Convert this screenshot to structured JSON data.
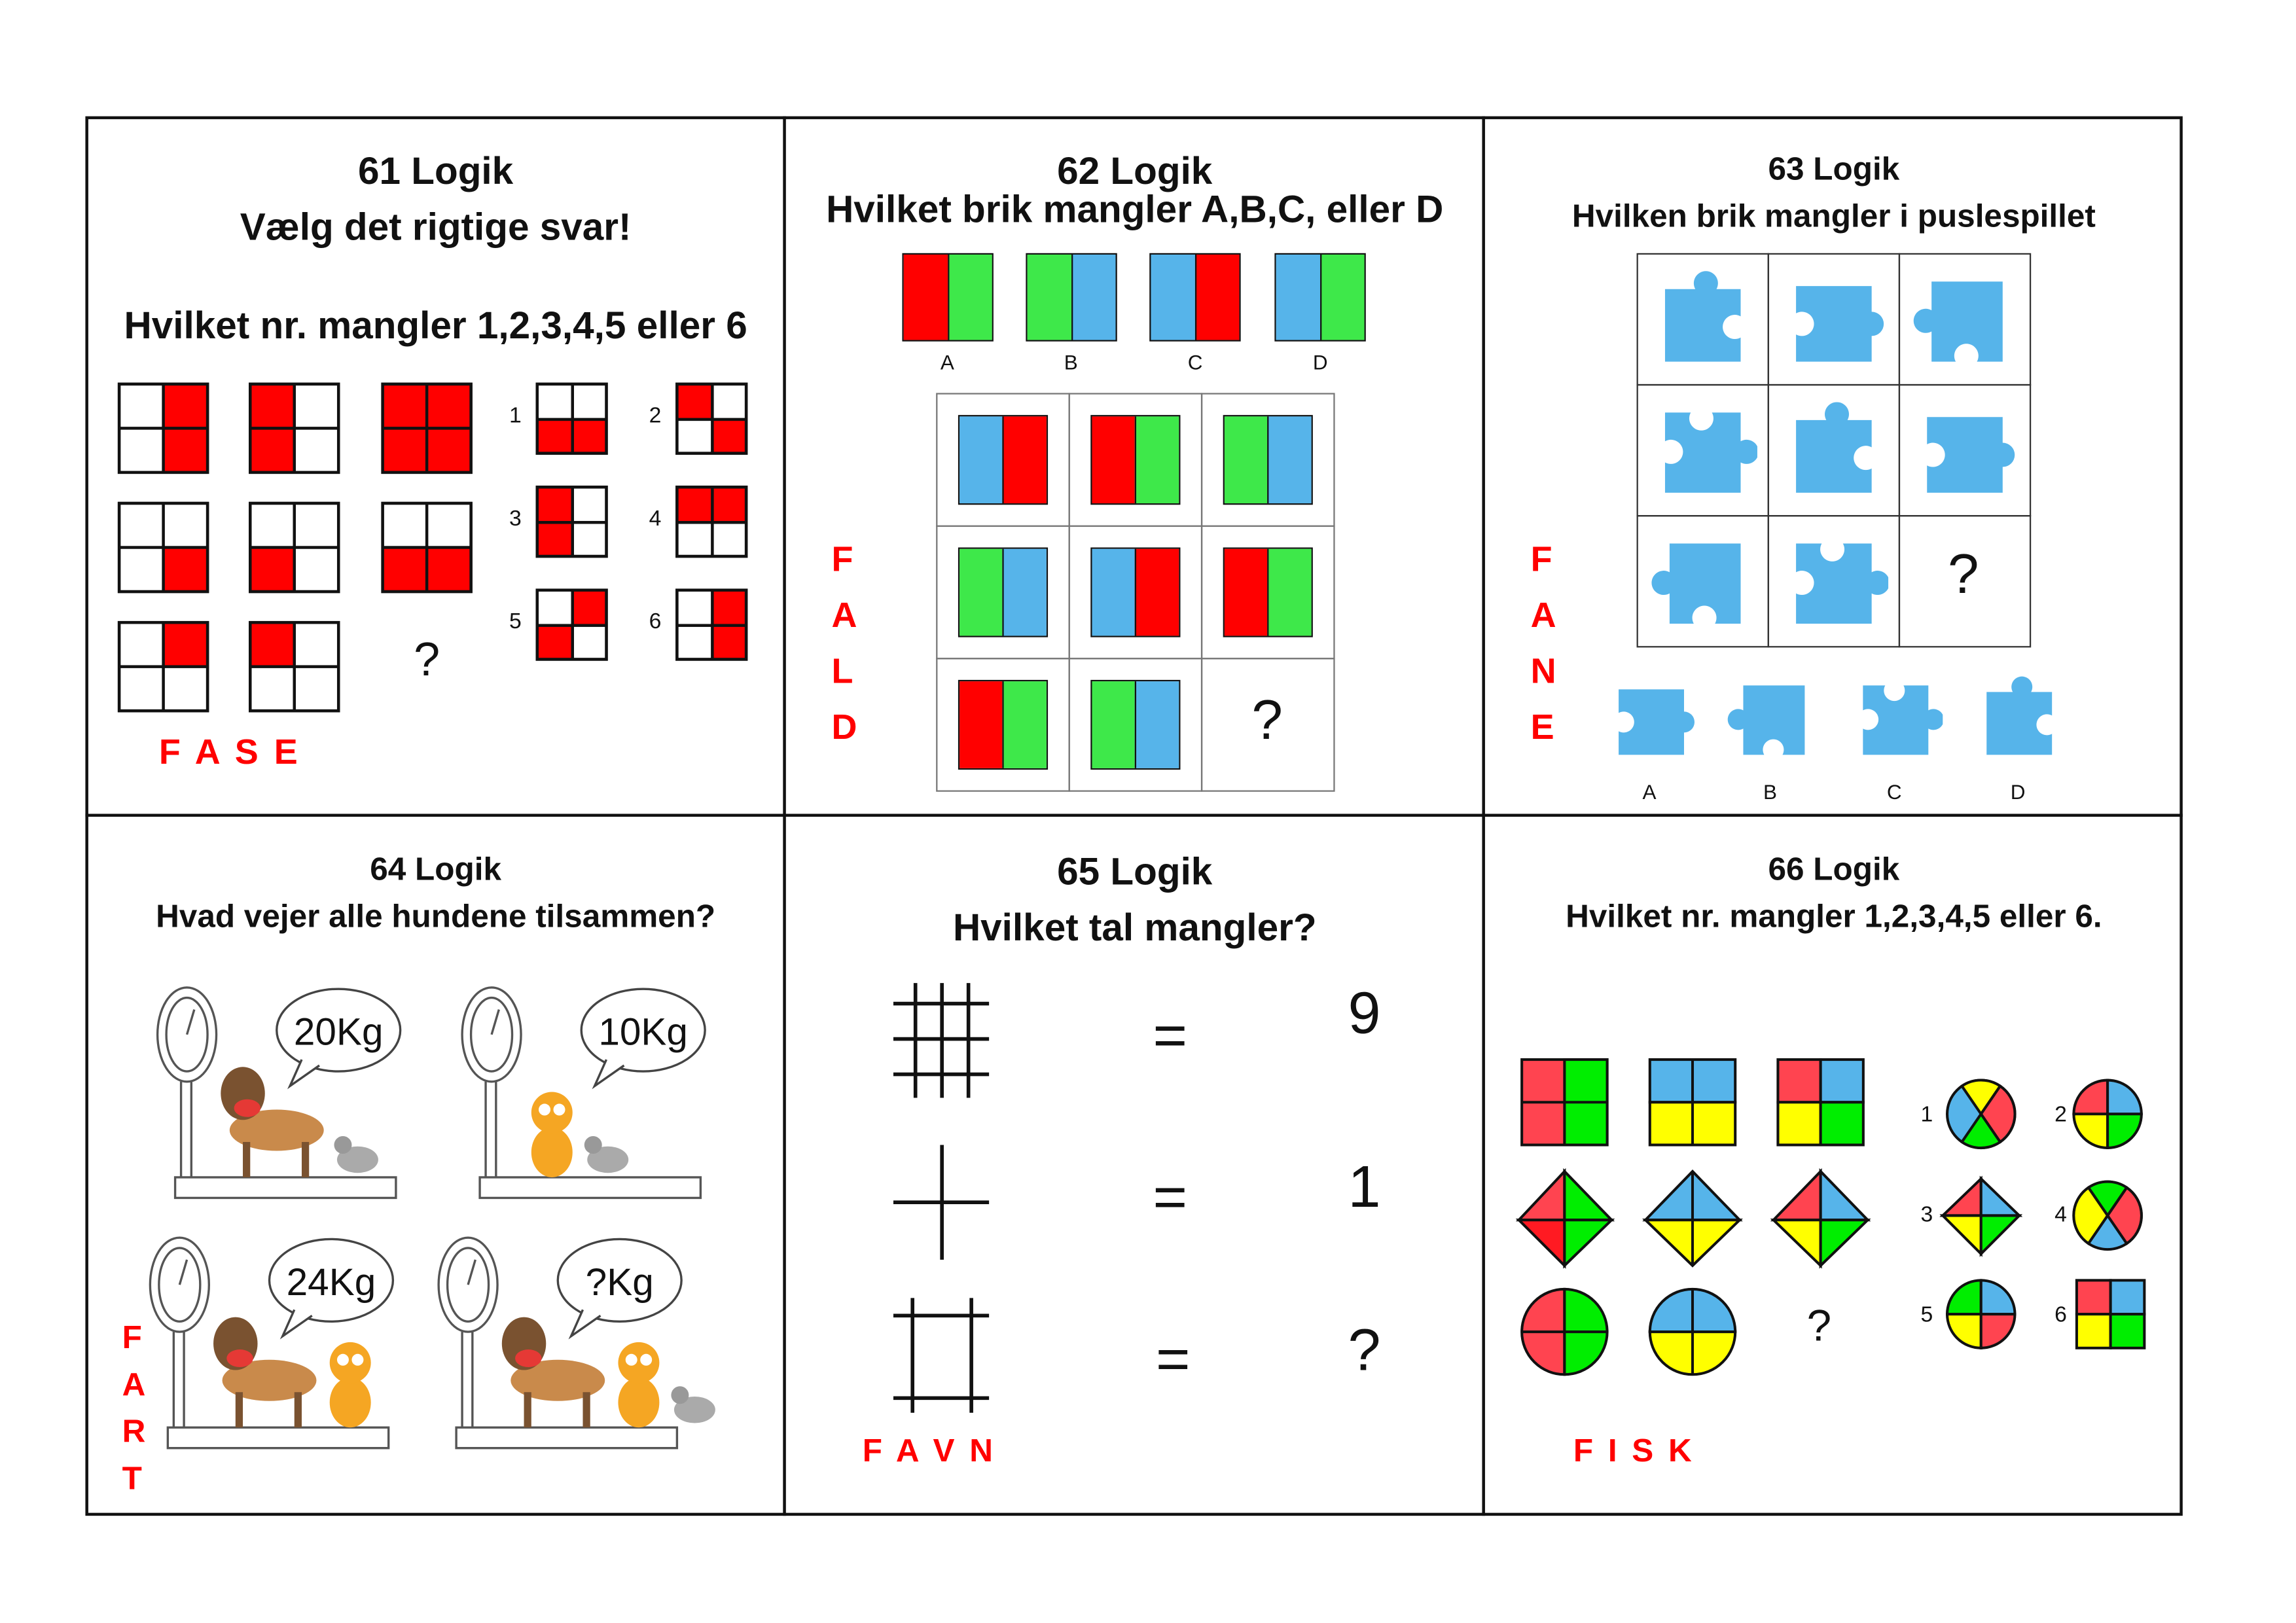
{
  "colors": {
    "red": "#ff0000",
    "green": "#3ee84a",
    "blue": "#56b4ea",
    "yellow": "#ffff00",
    "red2": "#ff4450",
    "green2": "#00ee00"
  },
  "p61": {
    "number_title": "61 Logik",
    "instruction": "Vælg det rigtige svar!",
    "question": "Hvilket nr. mangler 1,2,3,4,5 eller 6",
    "answer_word": "F A S E",
    "missing": "?",
    "grid": [
      [
        [
          0,
          1,
          0,
          1
        ],
        [
          1,
          0,
          1,
          0
        ],
        [
          1,
          1,
          1,
          1
        ]
      ],
      [
        [
          0,
          0,
          0,
          1
        ],
        [
          0,
          0,
          1,
          0
        ],
        [
          0,
          0,
          1,
          1
        ]
      ],
      [
        [
          0,
          1,
          0,
          0
        ],
        [
          1,
          0,
          0,
          0
        ],
        null
      ]
    ],
    "options": [
      {
        "label": "1",
        "cells": [
          0,
          0,
          1,
          1
        ]
      },
      {
        "label": "2",
        "cells": [
          1,
          0,
          0,
          1
        ]
      },
      {
        "label": "3",
        "cells": [
          1,
          0,
          1,
          0
        ]
      },
      {
        "label": "4",
        "cells": [
          1,
          1,
          0,
          0
        ]
      },
      {
        "label": "5",
        "cells": [
          0,
          1,
          1,
          0
        ]
      },
      {
        "label": "6",
        "cells": [
          0,
          1,
          0,
          1
        ]
      }
    ]
  },
  "p62": {
    "number_title": "62 Logik",
    "question": "Hvilket brik mangler A,B,C, eller D",
    "answer_letters": [
      "F",
      "A",
      "L",
      "D"
    ],
    "missing": "?",
    "options": [
      {
        "label": "A",
        "colors": [
          "red",
          "green"
        ]
      },
      {
        "label": "B",
        "colors": [
          "green",
          "blue"
        ]
      },
      {
        "label": "C",
        "colors": [
          "blue",
          "red"
        ]
      },
      {
        "label": "D",
        "colors": [
          "blue",
          "green"
        ]
      }
    ],
    "grid": [
      [
        [
          "blue",
          "red"
        ],
        [
          "red",
          "green"
        ],
        [
          "green",
          "blue"
        ]
      ],
      [
        [
          "green",
          "blue"
        ],
        [
          "blue",
          "red"
        ],
        [
          "red",
          "green"
        ]
      ],
      [
        [
          "red",
          "green"
        ],
        [
          "green",
          "blue"
        ],
        null
      ]
    ]
  },
  "p63": {
    "number_title": "63 Logik",
    "question": "Hvilken brik mangler i puslespillet",
    "answer_letters": [
      "F",
      "A",
      "N",
      "E"
    ],
    "missing": "?",
    "options": [
      "A",
      "B",
      "C",
      "D"
    ]
  },
  "p64": {
    "number_title": "64 Logik",
    "question": "Hvad vejer alle hundene tilsammen?",
    "answer_letters": [
      "F",
      "A",
      "R",
      "T"
    ],
    "scales": [
      "20Kg",
      "10Kg",
      "24Kg",
      "?Kg"
    ]
  },
  "p65": {
    "number_title": "65 Logik",
    "question": "Hvilket tal mangler?",
    "answer_word": "F A V N",
    "equals": "=",
    "results": [
      "9",
      "1",
      "?"
    ]
  },
  "p66": {
    "number_title": "66 Logik",
    "question": "Hvilket nr. mangler 1,2,3,4,5 eller 6.",
    "answer_word": "F I S K",
    "missing": "?",
    "option_labels": [
      "1",
      "2",
      "3",
      "4",
      "5",
      "6"
    ]
  }
}
